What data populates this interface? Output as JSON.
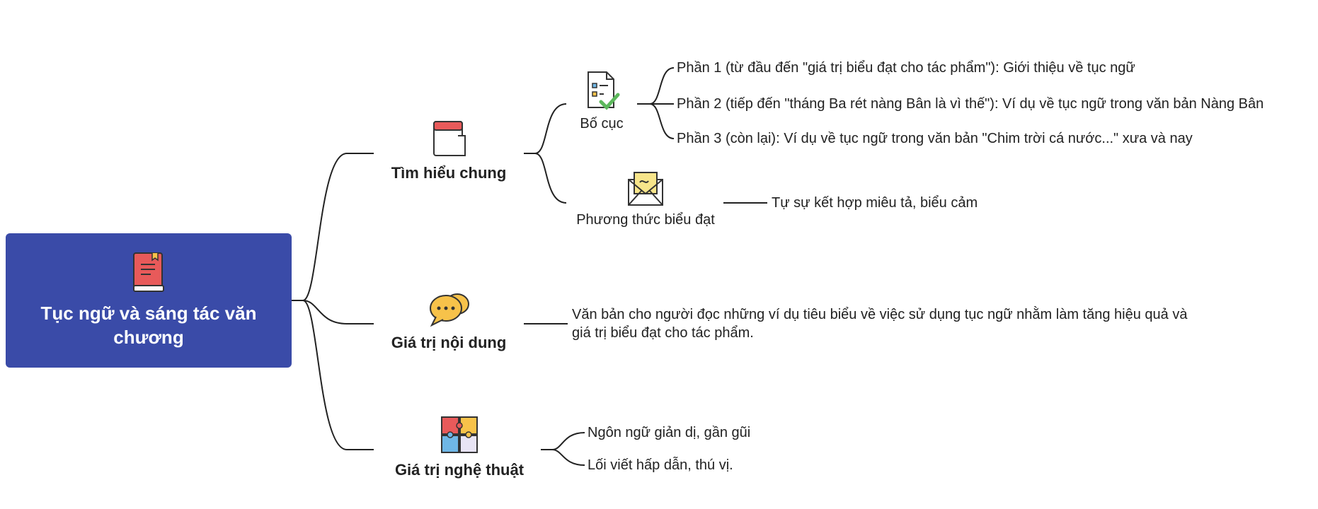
{
  "root": {
    "title": "Tục ngữ và sáng tác văn chương",
    "icon": "book-icon"
  },
  "branches": [
    {
      "label": "Tìm hiểu chung",
      "icon": "notepad-icon",
      "children": [
        {
          "label": "Bố cục",
          "icon": "checklist-icon",
          "leaves": [
            "Phần 1 (từ đầu đến \"giá trị biểu đạt cho tác phẩm\"): Giới thiệu về tục ngữ",
            "Phần 2 (tiếp đến \"tháng Ba rét nàng Bân là vì thế\"): Ví dụ về tục ngữ trong văn bản Nàng Bân",
            "Phần 3 (còn lại): Ví dụ về tục ngữ trong văn bản \"Chim trời cá nước...\" xưa và nay"
          ]
        },
        {
          "label": "Phương thức biểu đạt",
          "icon": "envelope-icon",
          "leaves": [
            "Tự sự kết hợp miêu tả, biểu cảm"
          ]
        }
      ]
    },
    {
      "label": "Giá trị nội dung",
      "icon": "chat-bubbles-icon",
      "leaves": [
        "Văn bản cho người đọc những ví dụ tiêu biểu về việc sử dụng tục ngữ nhằm làm tăng hiệu quả và giá trị biểu đạt cho tác phẩm."
      ]
    },
    {
      "label": "Giá trị nghệ thuật",
      "icon": "puzzle-icon",
      "leaves": [
        "Ngôn ngữ giản dị, gần gũi",
        "Lối viết hấp dẫn, thú vị."
      ]
    }
  ],
  "colors": {
    "root_bg": "#3a4ba8",
    "line": "#222222",
    "icon_red": "#e85a5a",
    "icon_yellow": "#f7c24a",
    "icon_blue": "#6fb7e6"
  }
}
